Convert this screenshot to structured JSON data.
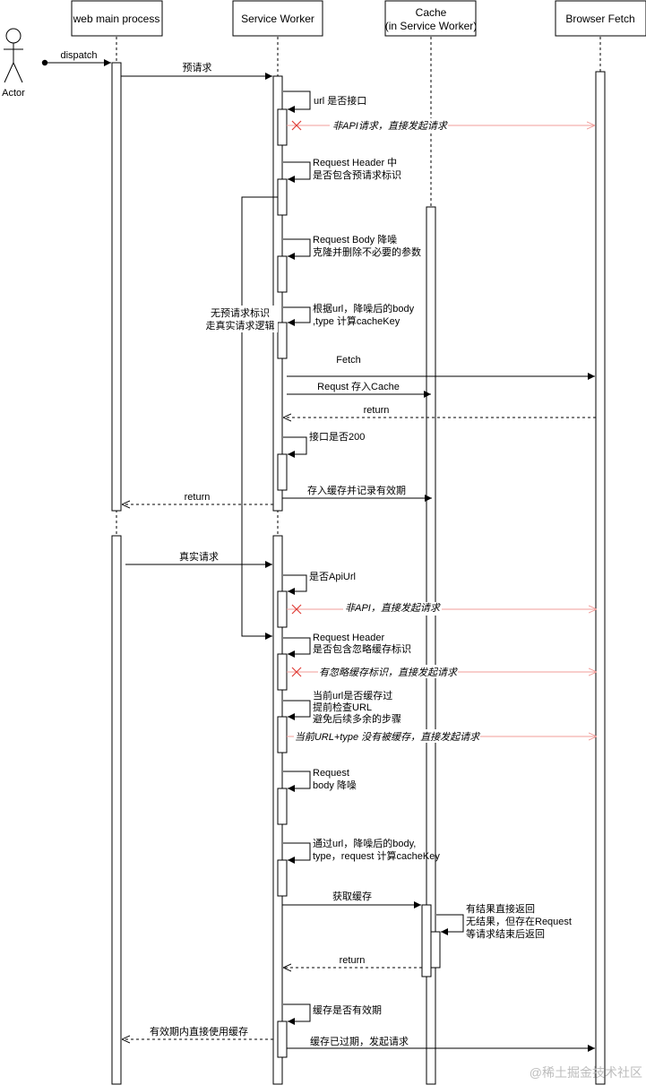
{
  "participants": {
    "actor": "Actor",
    "web": "web main process",
    "sw": "Service Worker",
    "cache_line1": "Cache",
    "cache_line2": "(in Service Worker)",
    "fetch": "Browser Fetch"
  },
  "messages": {
    "dispatch": "dispatch",
    "pre_request": "预请求",
    "url_is_api": "url 是否接口",
    "non_api_direct": "非API请求，直接发起请求",
    "req_header_1": "Request Header 中",
    "req_header_2": "是否包含预请求标识",
    "body_denoise_1": "Request Body 降噪",
    "body_denoise_2": "克隆并删除不必要的参数",
    "no_pre_flag_1": "无预请求标识",
    "no_pre_flag_2": "走真实请求逻辑",
    "cachekey_1": "根据url，降噪后的body",
    "cachekey_2": ",type 计算cacheKey",
    "fetch": "Fetch",
    "store_cache": "Requst 存入Cache",
    "return_1": "return",
    "is_200": "接口是否200",
    "store_with_expiry": "存入缓存并记录有效期",
    "return_2": "return",
    "real_request": "真实请求",
    "is_api_url": "是否ApiUrl",
    "non_api_direct_2": "非API，直接发起请求",
    "req_header_3": "Request Header",
    "req_header_4": "是否包含忽略缓存标识",
    "ignore_cache_direct": "有忽略缓存标识，直接发起请求",
    "url_cached_1": "当前url是否缓存过",
    "url_cached_2": "提前检查URL",
    "url_cached_3": "避免后续多余的步骤",
    "not_cached_direct": "当前URL+type 没有被缓存，直接发起请求",
    "body_denoise_3": "Request",
    "body_denoise_4": "body 降噪",
    "cachekey_3": "通过url，降噪后的body,",
    "cachekey_4": "type，request  计算cacheKey",
    "get_cache": "获取缓存",
    "cache_result_1": "有结果直接返回",
    "cache_result_2": "无结果，但存在Request",
    "cache_result_3": "等请求结束后返回",
    "return_3": "return",
    "cache_valid": "缓存是否有效期",
    "use_cache": "有效期内直接使用缓存",
    "cache_expired": "缓存已过期，发起请求"
  },
  "watermark": "@稀土掘金技术社区",
  "colors": {
    "line": "#000000",
    "red": "#f19c99",
    "cross": "#e0403a",
    "watermark": "#bdbdbd"
  }
}
